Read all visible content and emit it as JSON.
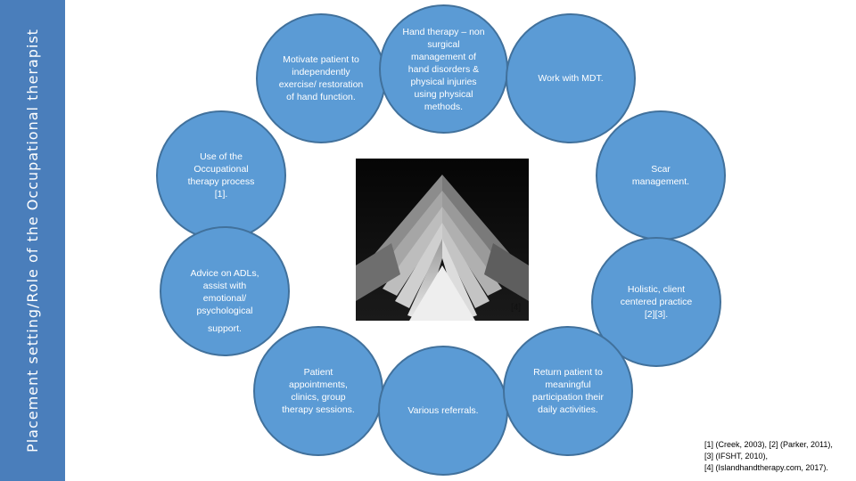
{
  "sidebar": {
    "title": "Placement setting/Role of the Occupational therapist"
  },
  "circles": [
    {
      "text": "Motivate patient to independently exercise/ restoration of hand function."
    },
    {
      "text": "Hand therapy – non surgical management of hand disorders & physical injuries using physical methods."
    },
    {
      "text": "Work with MDT."
    },
    {
      "text": "Use of the Occupational therapy process [1]."
    },
    {
      "text": "Scar management."
    },
    {
      "text": "Advice on ADLs, assist with emotional/ psychological"
    },
    {
      "text": "Holistic, client centered practice [2][3]."
    },
    {
      "text": "Patient appointments, clinics, group therapy sessions."
    },
    {
      "text": "Various referrals."
    },
    {
      "text": "Return patient to meaningful participation their daily activities."
    }
  ],
  "advice_continuation": "support.",
  "photo": {
    "ref": "[4]"
  },
  "references": {
    "line1": "[1] (Creek, 2003), [2] (Parker, 2011),",
    "line2": "[3] (IFSHT, 2010),",
    "line3": "[4] (Islandhandtherapy.com, 2017)."
  },
  "colors": {
    "sidebar": "#4a7ebb",
    "circle_fill": "#5b9bd5",
    "circle_border": "#41719c"
  }
}
